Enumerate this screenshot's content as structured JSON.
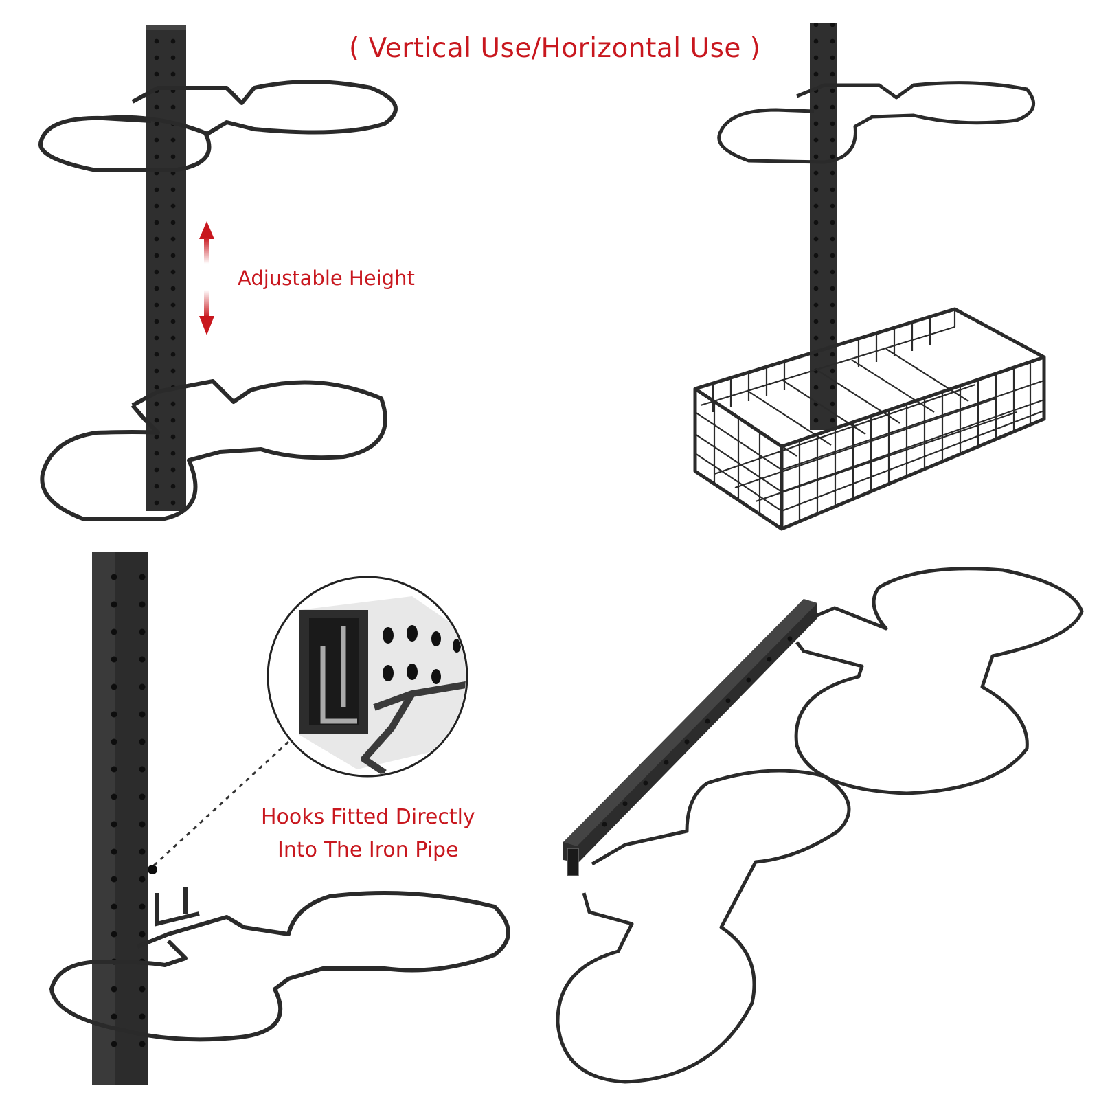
{
  "labels": {
    "title": "( Vertical Use/Horizontal Use )",
    "adjustable": "Adjustable Height",
    "hooks_line1": "Hooks Fitted Directly",
    "hooks_line2": "Into The Iron Pipe"
  },
  "colors": {
    "accent": "#c8171e",
    "metal": "#2a2a2a"
  },
  "icons": [
    "up-down-arrow-icon",
    "magnifier-callout"
  ]
}
